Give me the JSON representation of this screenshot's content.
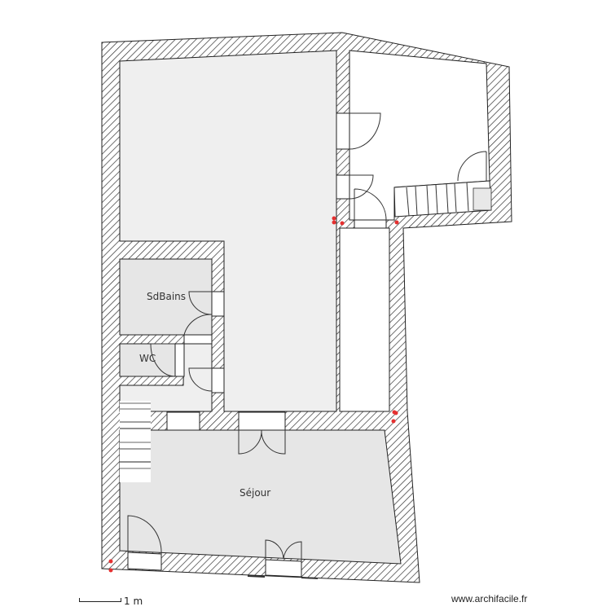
{
  "plan": {
    "rooms": [
      {
        "id": "grande-piece",
        "label": ""
      },
      {
        "id": "sdbains",
        "label": "SdBains"
      },
      {
        "id": "wc",
        "label": "WC"
      },
      {
        "id": "sejour",
        "label": "Séjour"
      },
      {
        "id": "piece-escalier",
        "label": ""
      },
      {
        "id": "couloir",
        "label": ""
      }
    ],
    "colors": {
      "wall_hatch": "#333333",
      "room_fill": "#efefef",
      "room_fill_dark": "#e6e6e6",
      "marker": "#e53030"
    }
  },
  "scale": {
    "label": "1 m"
  },
  "footer": {
    "credit": "www.archifacile.fr"
  }
}
